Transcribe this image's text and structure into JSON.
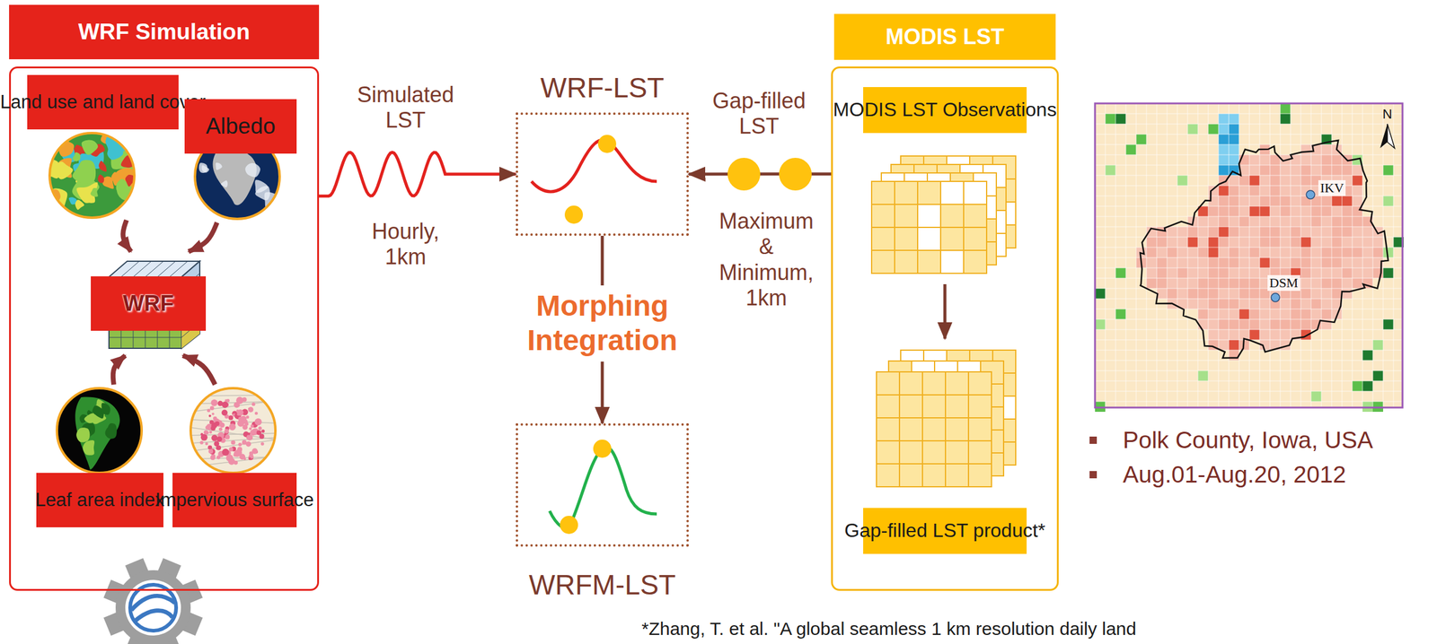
{
  "diagram": {
    "nodes": [
      {
        "text": [
          "WRF Simulation"
        ]
      },
      {
        "text": [
          "Land use and land cover"
        ],
        "in": 0
      },
      {
        "text": [
          "Albedo"
        ],
        "in": 0
      },
      {
        "text": [
          "WRF"
        ],
        "in": 0
      },
      {
        "text": [
          "Leaf area index"
        ],
        "in": 0
      },
      {
        "text": [
          "Impervious surface"
        ],
        "in": 0
      },
      {
        "text": [
          "WRF-LST"
        ]
      },
      {
        "text": [
          "WRFM-LST"
        ]
      },
      {
        "text": [
          "MODIS LST"
        ]
      },
      {
        "text": [
          "MODIS LST Observations"
        ],
        "in": 8
      },
      {
        "text": [
          "Gap-filled LST product*"
        ],
        "in": 8
      }
    ],
    "edges": [
      {
        "from": 1,
        "to": 3,
        "arrow": "to"
      },
      {
        "from": 2,
        "to": 3,
        "arrow": "to"
      },
      {
        "from": 4,
        "to": 3,
        "arrow": "to"
      },
      {
        "from": 5,
        "to": 3,
        "arrow": "to"
      },
      {
        "from": 0,
        "to": 6,
        "label": "Simulated LST",
        "arrow": "to"
      },
      {
        "from": 8,
        "to": 6,
        "label": "Gap-filled LST",
        "arrow": "to"
      },
      {
        "from": 6,
        "to": 7,
        "label": "Morphing Integration",
        "arrow": "to"
      },
      {
        "from": 9,
        "to": 10,
        "arrow": "to"
      }
    ],
    "labels": [
      "Hourly, 1km",
      "Maximum & Minimum, 1km",
      "IKV",
      "DSM",
      "N",
      "Polk County, Iowa, USA",
      "Aug.01-Aug.20, 2012",
      "*Zhang, T. et al. \"A global seamless 1 km resolution daily land"
    ]
  }
}
